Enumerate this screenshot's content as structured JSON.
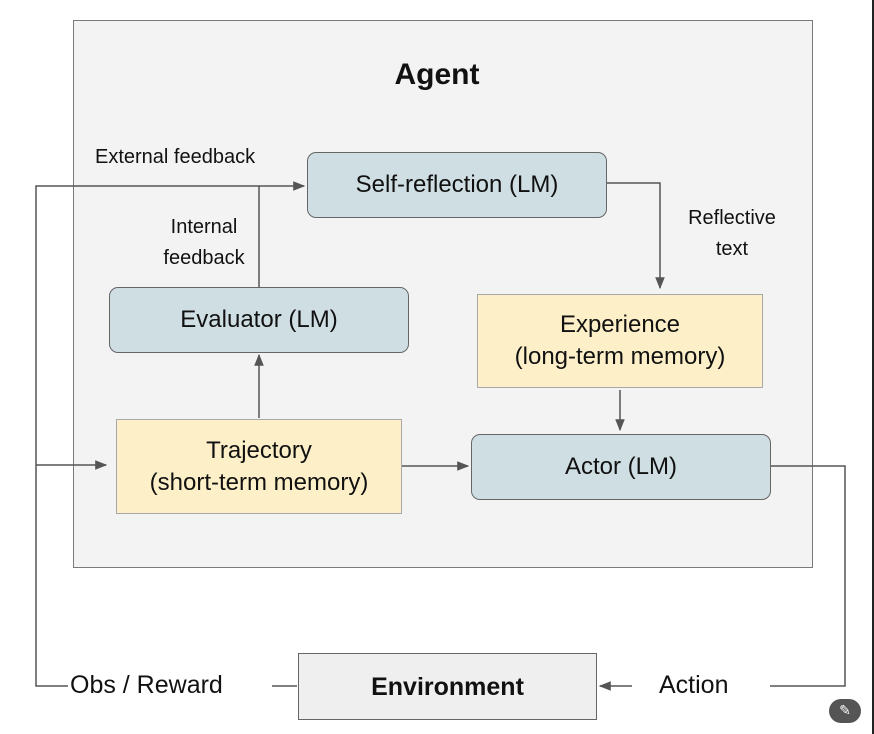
{
  "diagram": {
    "title": "Agent",
    "self_reflection": "Self-reflection (LM)",
    "evaluator": "Evaluator (LM)",
    "experience": {
      "line1": "Experience",
      "line2": "(long-term memory)"
    },
    "trajectory": {
      "line1": "Trajectory",
      "line2": "(short-term memory)"
    },
    "actor": "Actor (LM)",
    "environment": "Environment",
    "labels": {
      "external_feedback": "External feedback",
      "internal_feedback": {
        "line1": "Internal",
        "line2": "feedback"
      },
      "reflective_text": {
        "line1": "Reflective",
        "line2": "text"
      },
      "obs_reward": "Obs / Reward",
      "action": "Action"
    }
  },
  "badge_icon": "magic-wand-icon"
}
